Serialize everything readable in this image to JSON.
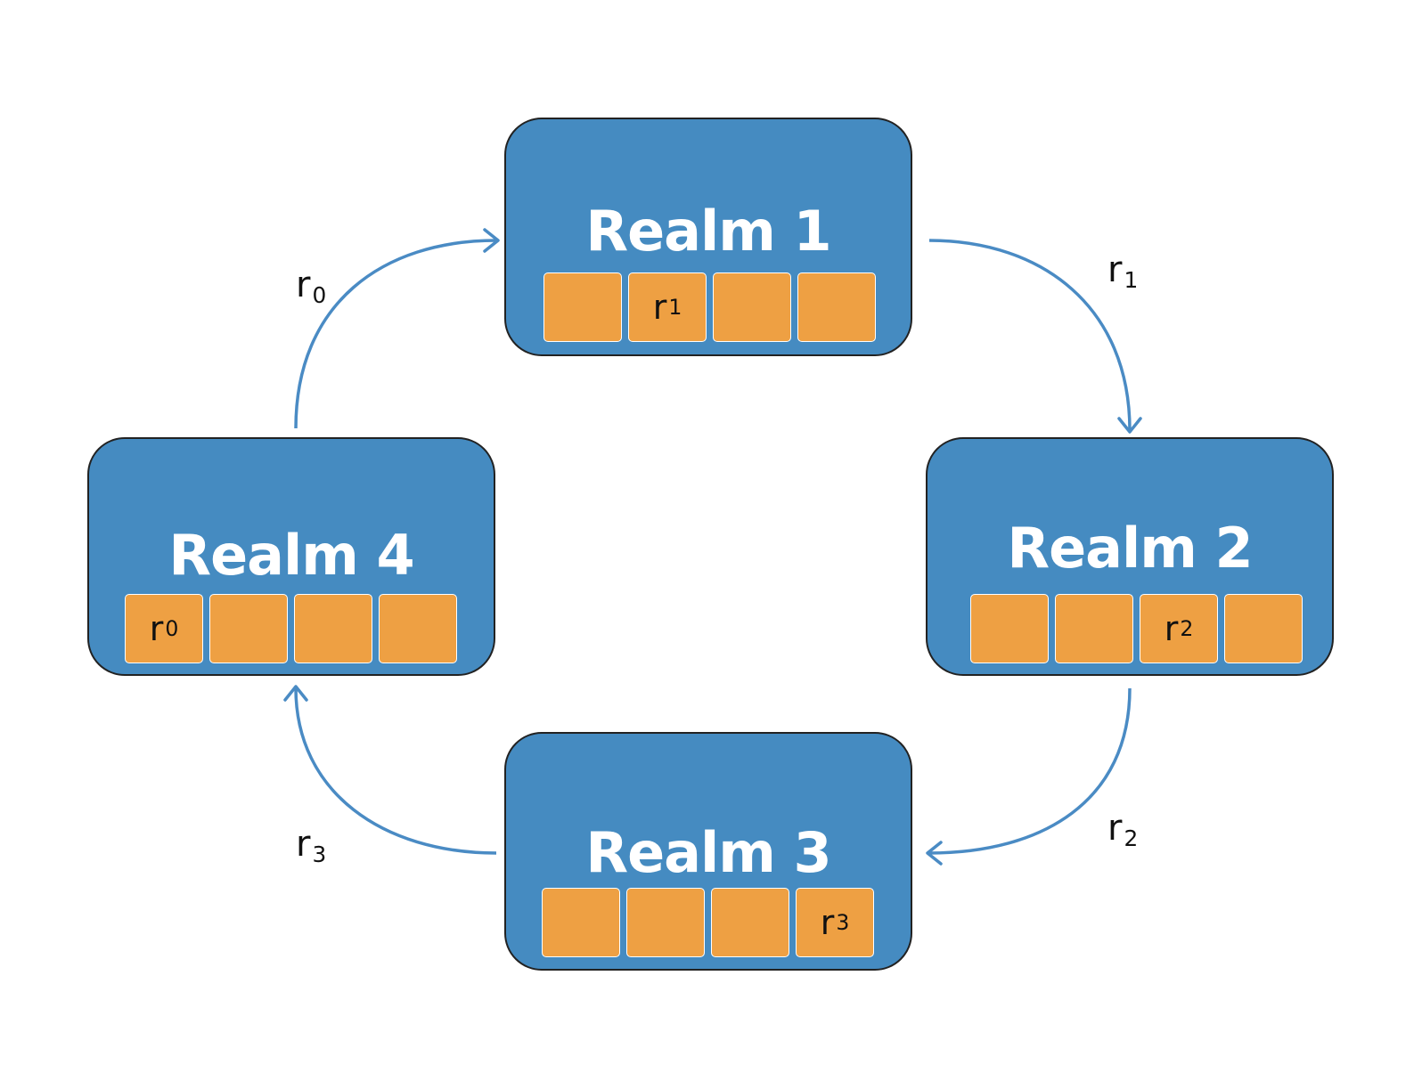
{
  "colors": {
    "realm_fill": "#458bc1",
    "slot_fill": "#eea043",
    "arrow": "#4a8bc4",
    "border": "#222222"
  },
  "realms": [
    {
      "title": "Realm 1",
      "slots": [
        "",
        "r|1",
        "",
        ""
      ]
    },
    {
      "title": "Realm 2",
      "slots": [
        "",
        "",
        "r|2",
        ""
      ]
    },
    {
      "title": "Realm 3",
      "slots": [
        "",
        "",
        "",
        "r|3"
      ]
    },
    {
      "title": "Realm 4",
      "slots": [
        "r|0",
        "",
        "",
        ""
      ]
    }
  ],
  "edges": [
    {
      "from": "Realm 4",
      "to": "Realm 1",
      "label": "r|0"
    },
    {
      "from": "Realm 1",
      "to": "Realm 2",
      "label": "r|1"
    },
    {
      "from": "Realm 2",
      "to": "Realm 3",
      "label": "r|2"
    },
    {
      "from": "Realm 3",
      "to": "Realm 4",
      "label": "r|3"
    }
  ]
}
